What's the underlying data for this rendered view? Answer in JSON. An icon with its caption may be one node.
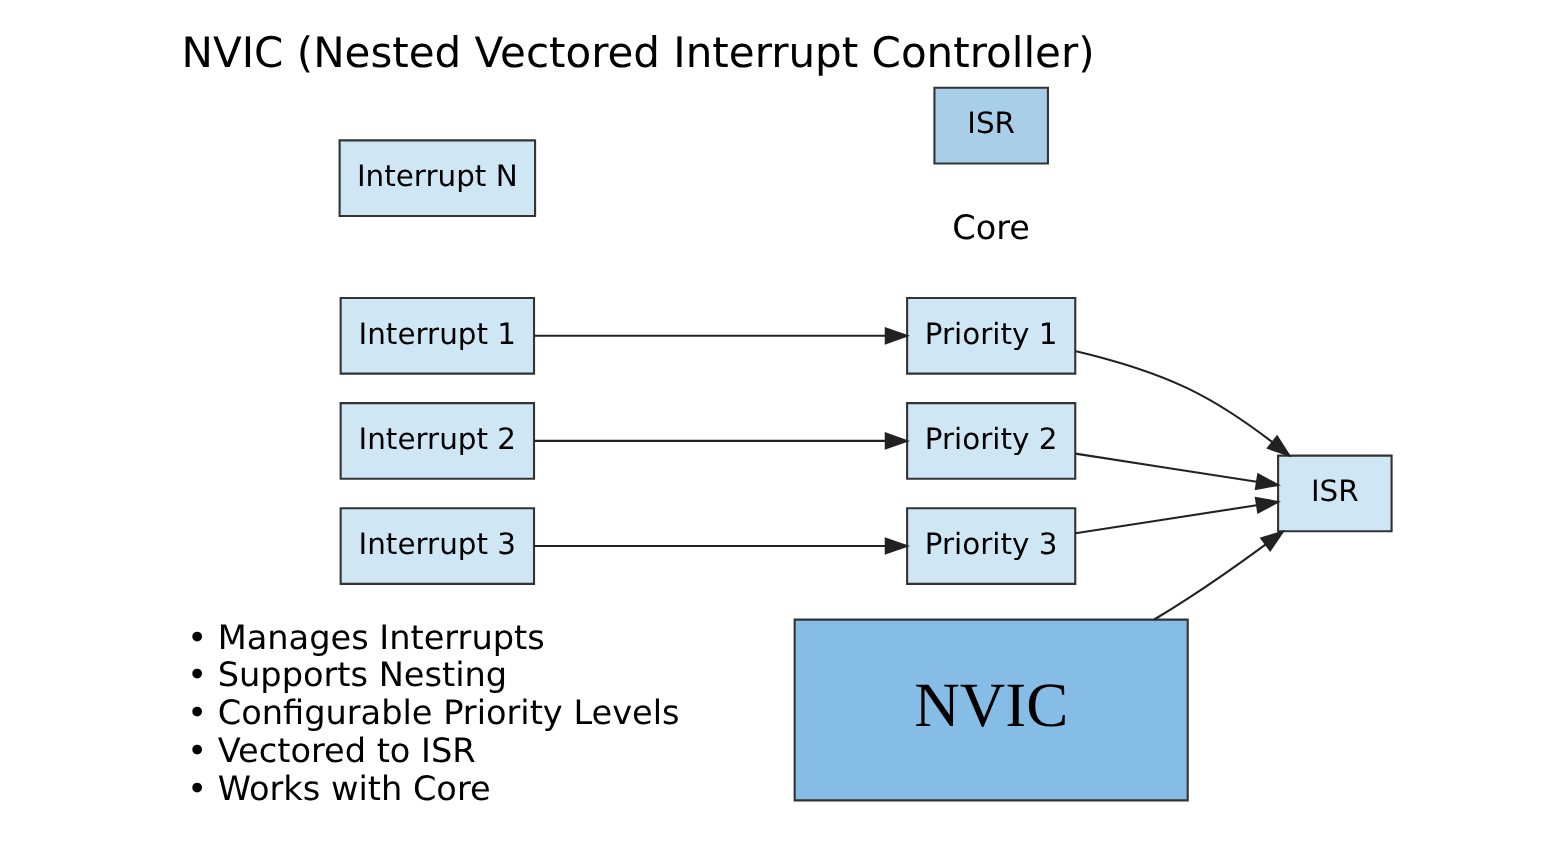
{
  "diagram": {
    "title": "NVIC (Nested Vectored Interrupt Controller)",
    "nodes": [
      {
        "text": [
          "NVIC"
        ]
      },
      {
        "text": [
          "Interrupt 1"
        ]
      },
      {
        "text": [
          "Interrupt 2"
        ]
      },
      {
        "text": [
          "Interrupt 3"
        ]
      },
      {
        "text": [
          "Interrupt N"
        ]
      },
      {
        "text": [
          "Priority 1"
        ]
      },
      {
        "text": [
          "Priority 2"
        ]
      },
      {
        "text": [
          "Priority 3"
        ]
      },
      {
        "text": [
          "ISR"
        ]
      },
      {
        "text": [
          "ISR"
        ]
      }
    ],
    "edges": [
      {
        "from": 1,
        "to": 5,
        "arrow": "to"
      },
      {
        "from": 2,
        "to": 6,
        "arrow": "to"
      },
      {
        "from": 3,
        "to": 7,
        "arrow": "to"
      },
      {
        "from": 5,
        "to": 9,
        "arrow": "to"
      },
      {
        "from": 6,
        "to": 9,
        "arrow": "to"
      },
      {
        "from": 7,
        "to": 9,
        "arrow": "to"
      },
      {
        "from": 0,
        "to": 9,
        "arrow": "to"
      }
    ],
    "labels": [
      "• Manages Interrupts",
      "• Supports Nesting",
      "• Configurable Priority Levels",
      "• Vectored to ISR",
      "• Works with Core",
      "Core"
    ]
  }
}
